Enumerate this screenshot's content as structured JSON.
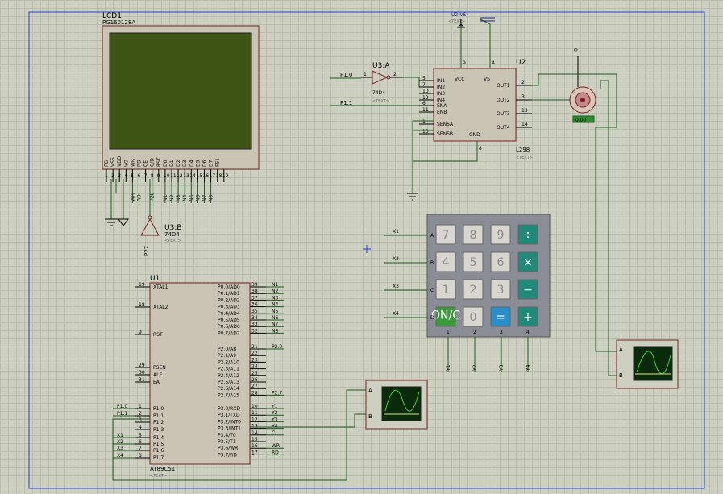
{
  "common": {
    "text_tag": "<TEXT>"
  },
  "lcd": {
    "ref": "LCD1",
    "model": "PG160128A",
    "pins": [
      {
        "num": "1",
        "name": "FG"
      },
      {
        "num": "2",
        "name": "VSS"
      },
      {
        "num": "3",
        "name": "VDD"
      },
      {
        "num": "4",
        "name": "VO"
      },
      {
        "num": "5",
        "name": "WR"
      },
      {
        "num": "6",
        "name": "RD"
      },
      {
        "num": "7",
        "name": "CE"
      },
      {
        "num": "8",
        "name": "C/D"
      },
      {
        "num": "9",
        "name": "RST"
      },
      {
        "num": "10",
        "name": "D0"
      },
      {
        "num": "11",
        "name": "D1"
      },
      {
        "num": "12",
        "name": "D2"
      },
      {
        "num": "13",
        "name": "D3"
      },
      {
        "num": "14",
        "name": "D4"
      },
      {
        "num": "15",
        "name": "D5"
      },
      {
        "num": "16",
        "name": "D6"
      },
      {
        "num": "17",
        "name": "D7"
      },
      {
        "num": "18",
        "name": "FS1"
      },
      {
        "num": "19",
        "name": ""
      }
    ],
    "nets": [
      "",
      "",
      "",
      "",
      "WR",
      "RD",
      "",
      "P20",
      "",
      "N1",
      "N2",
      "N3",
      "N4",
      "N5",
      "N6",
      "N7",
      "N8",
      "",
      ""
    ]
  },
  "u3b": {
    "ref": "U3:B",
    "model": "74D4",
    "net": "P27"
  },
  "u3a": {
    "ref": "U3:A",
    "model": "74D4",
    "pin_in": "1",
    "pin_out": "2",
    "net_in": "P1.0"
  },
  "u1": {
    "ref": "U1",
    "model": "AT89C51",
    "left": [
      {
        "num": "19",
        "name": "XTAL1",
        "net": ""
      },
      {
        "num": "18",
        "name": "XTAL2",
        "net": ""
      },
      {
        "num": "9",
        "name": "RST",
        "net": ""
      },
      {
        "num": "29",
        "name": "PSEN",
        "net": ""
      },
      {
        "num": "30",
        "name": "ALE",
        "net": ""
      },
      {
        "num": "31",
        "name": "EA",
        "net": ""
      },
      {
        "num": "1",
        "name": "P1.0",
        "net": "P1.0"
      },
      {
        "num": "2",
        "name": "P1.1",
        "net": "P1.1"
      },
      {
        "num": "3",
        "name": "P1.2",
        "net": ""
      },
      {
        "num": "4",
        "name": "P1.3",
        "net": ""
      },
      {
        "num": "5",
        "name": "P1.4",
        "net": "X1"
      },
      {
        "num": "6",
        "name": "P1.5",
        "net": "X2"
      },
      {
        "num": "7",
        "name": "P1.6",
        "net": "X3"
      },
      {
        "num": "8",
        "name": "P1.7",
        "net": "X4"
      }
    ],
    "right": [
      {
        "num": "39",
        "name": "P0.0/AD0",
        "net": "N1"
      },
      {
        "num": "38",
        "name": "P0.1/AD1",
        "net": "N2"
      },
      {
        "num": "37",
        "name": "P0.2/AD2",
        "net": "N3"
      },
      {
        "num": "36",
        "name": "P0.3/AD3",
        "net": "N4"
      },
      {
        "num": "35",
        "name": "P0.4/AD4",
        "net": "N5"
      },
      {
        "num": "34",
        "name": "P0.5/AD5",
        "net": "N6"
      },
      {
        "num": "33",
        "name": "P0.6/AD6",
        "net": "N7"
      },
      {
        "num": "32",
        "name": "P0.7/AD7",
        "net": "N8"
      },
      {
        "num": "21",
        "name": "P2.0/A8",
        "net": "P2.0"
      },
      {
        "num": "22",
        "name": "P2.1/A9",
        "net": ""
      },
      {
        "num": "23",
        "name": "P2.2/A10",
        "net": ""
      },
      {
        "num": "24",
        "name": "P2.3/A11",
        "net": ""
      },
      {
        "num": "25",
        "name": "P2.4/A12",
        "net": ""
      },
      {
        "num": "26",
        "name": "P2.5/A13",
        "net": ""
      },
      {
        "num": "27",
        "name": "P2.6/A14",
        "net": ""
      },
      {
        "num": "28",
        "name": "P2.7/A15",
        "net": "P2.7"
      },
      {
        "num": "10",
        "name": "P3.0/RXD",
        "net": "Y1"
      },
      {
        "num": "11",
        "name": "P3.1/TXD",
        "net": "Y2"
      },
      {
        "num": "12",
        "name": "P3.2/INT0",
        "net": "Y3"
      },
      {
        "num": "13",
        "name": "P3.3/INT1",
        "net": "Y4"
      },
      {
        "num": "14",
        "name": "P3.4/T0",
        "net": "C"
      },
      {
        "num": "15",
        "name": "P3.5/T1",
        "net": ""
      },
      {
        "num": "16",
        "name": "P3.6/WR",
        "net": "WR"
      },
      {
        "num": "17",
        "name": "P3.7/RD",
        "net": "RD"
      }
    ]
  },
  "u2": {
    "ref": "U2",
    "model": "L298",
    "power_label": "U2(VS)",
    "net_en": "P1.1",
    "left": [
      {
        "num": "5",
        "name": "IN1"
      },
      {
        "num": "7",
        "name": "IN2"
      },
      {
        "num": "10",
        "name": "IN3"
      },
      {
        "num": "12",
        "name": "IN4"
      },
      {
        "num": "6",
        "name": "ENA"
      },
      {
        "num": "11",
        "name": "ENB"
      },
      {
        "num": "1",
        "name": "SENSA"
      },
      {
        "num": "15",
        "name": "SENSB"
      }
    ],
    "right": [
      {
        "num": "2",
        "name": "OUT1"
      },
      {
        "num": "3",
        "name": "OUT2"
      },
      {
        "num": "13",
        "name": "OUT3"
      },
      {
        "num": "14",
        "name": "OUT4"
      }
    ],
    "top": [
      {
        "num": "9",
        "name": "VCC"
      },
      {
        "num": "4",
        "name": "VS"
      }
    ],
    "bottom": [
      {
        "num": "8",
        "name": "GND"
      }
    ]
  },
  "motor": {
    "label": "0.00",
    "pin_top": "0"
  },
  "keypad": {
    "keys": [
      [
        "7",
        "8",
        "9",
        "÷"
      ],
      [
        "4",
        "5",
        "6",
        "×"
      ],
      [
        "1",
        "2",
        "3",
        "−"
      ],
      [
        "ON/C",
        "0",
        "=",
        "+"
      ]
    ],
    "rows": [
      {
        "net": "X1",
        "pin": "A"
      },
      {
        "net": "X2",
        "pin": "B"
      },
      {
        "net": "X3",
        "pin": "C"
      },
      {
        "net": "X4",
        "pin": "D"
      }
    ],
    "cols": [
      {
        "net": "Y1",
        "pin": "1"
      },
      {
        "net": "Y2",
        "pin": "2"
      },
      {
        "net": "Y3",
        "pin": "3"
      },
      {
        "net": "Y4",
        "pin": "4"
      }
    ],
    "colors": {
      "digit": "#d8d6cf",
      "op": "#1f8a7a",
      "equals": "#2a8fc8",
      "onc": "#3a9a3a"
    }
  },
  "scope": {
    "ch_a": "A",
    "ch_b": "B"
  }
}
